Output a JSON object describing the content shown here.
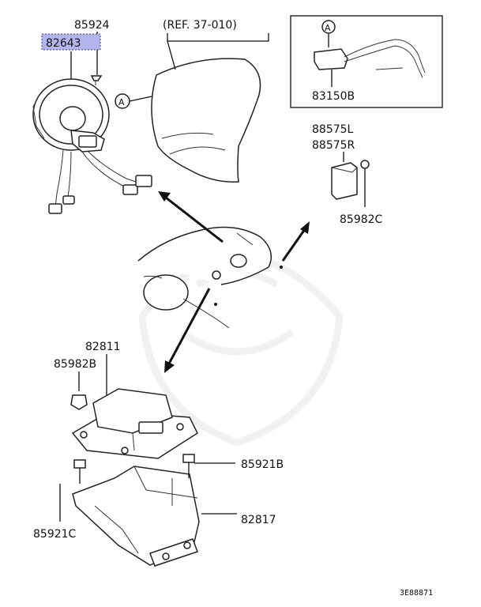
{
  "labels": {
    "p82643": "82643",
    "p85924": "85924",
    "ref": "(REF. 37-010)",
    "callout_a_main": "A",
    "callout_a_inset": "A",
    "p83150b": "83150B",
    "p88575l": "88575L",
    "p88575r": "88575R",
    "p85982c": "85982C",
    "p82811": "82811",
    "p85982b": "85982B",
    "p85921b": "85921B",
    "p82817": "82817",
    "p85921c": "85921C",
    "diagram_code": "3E88871"
  },
  "colors": {
    "highlight_fill": "#b4b4ee",
    "highlight_border": "#3a3a9a",
    "ink": "#111111",
    "watermark": "#f1f1f1"
  }
}
